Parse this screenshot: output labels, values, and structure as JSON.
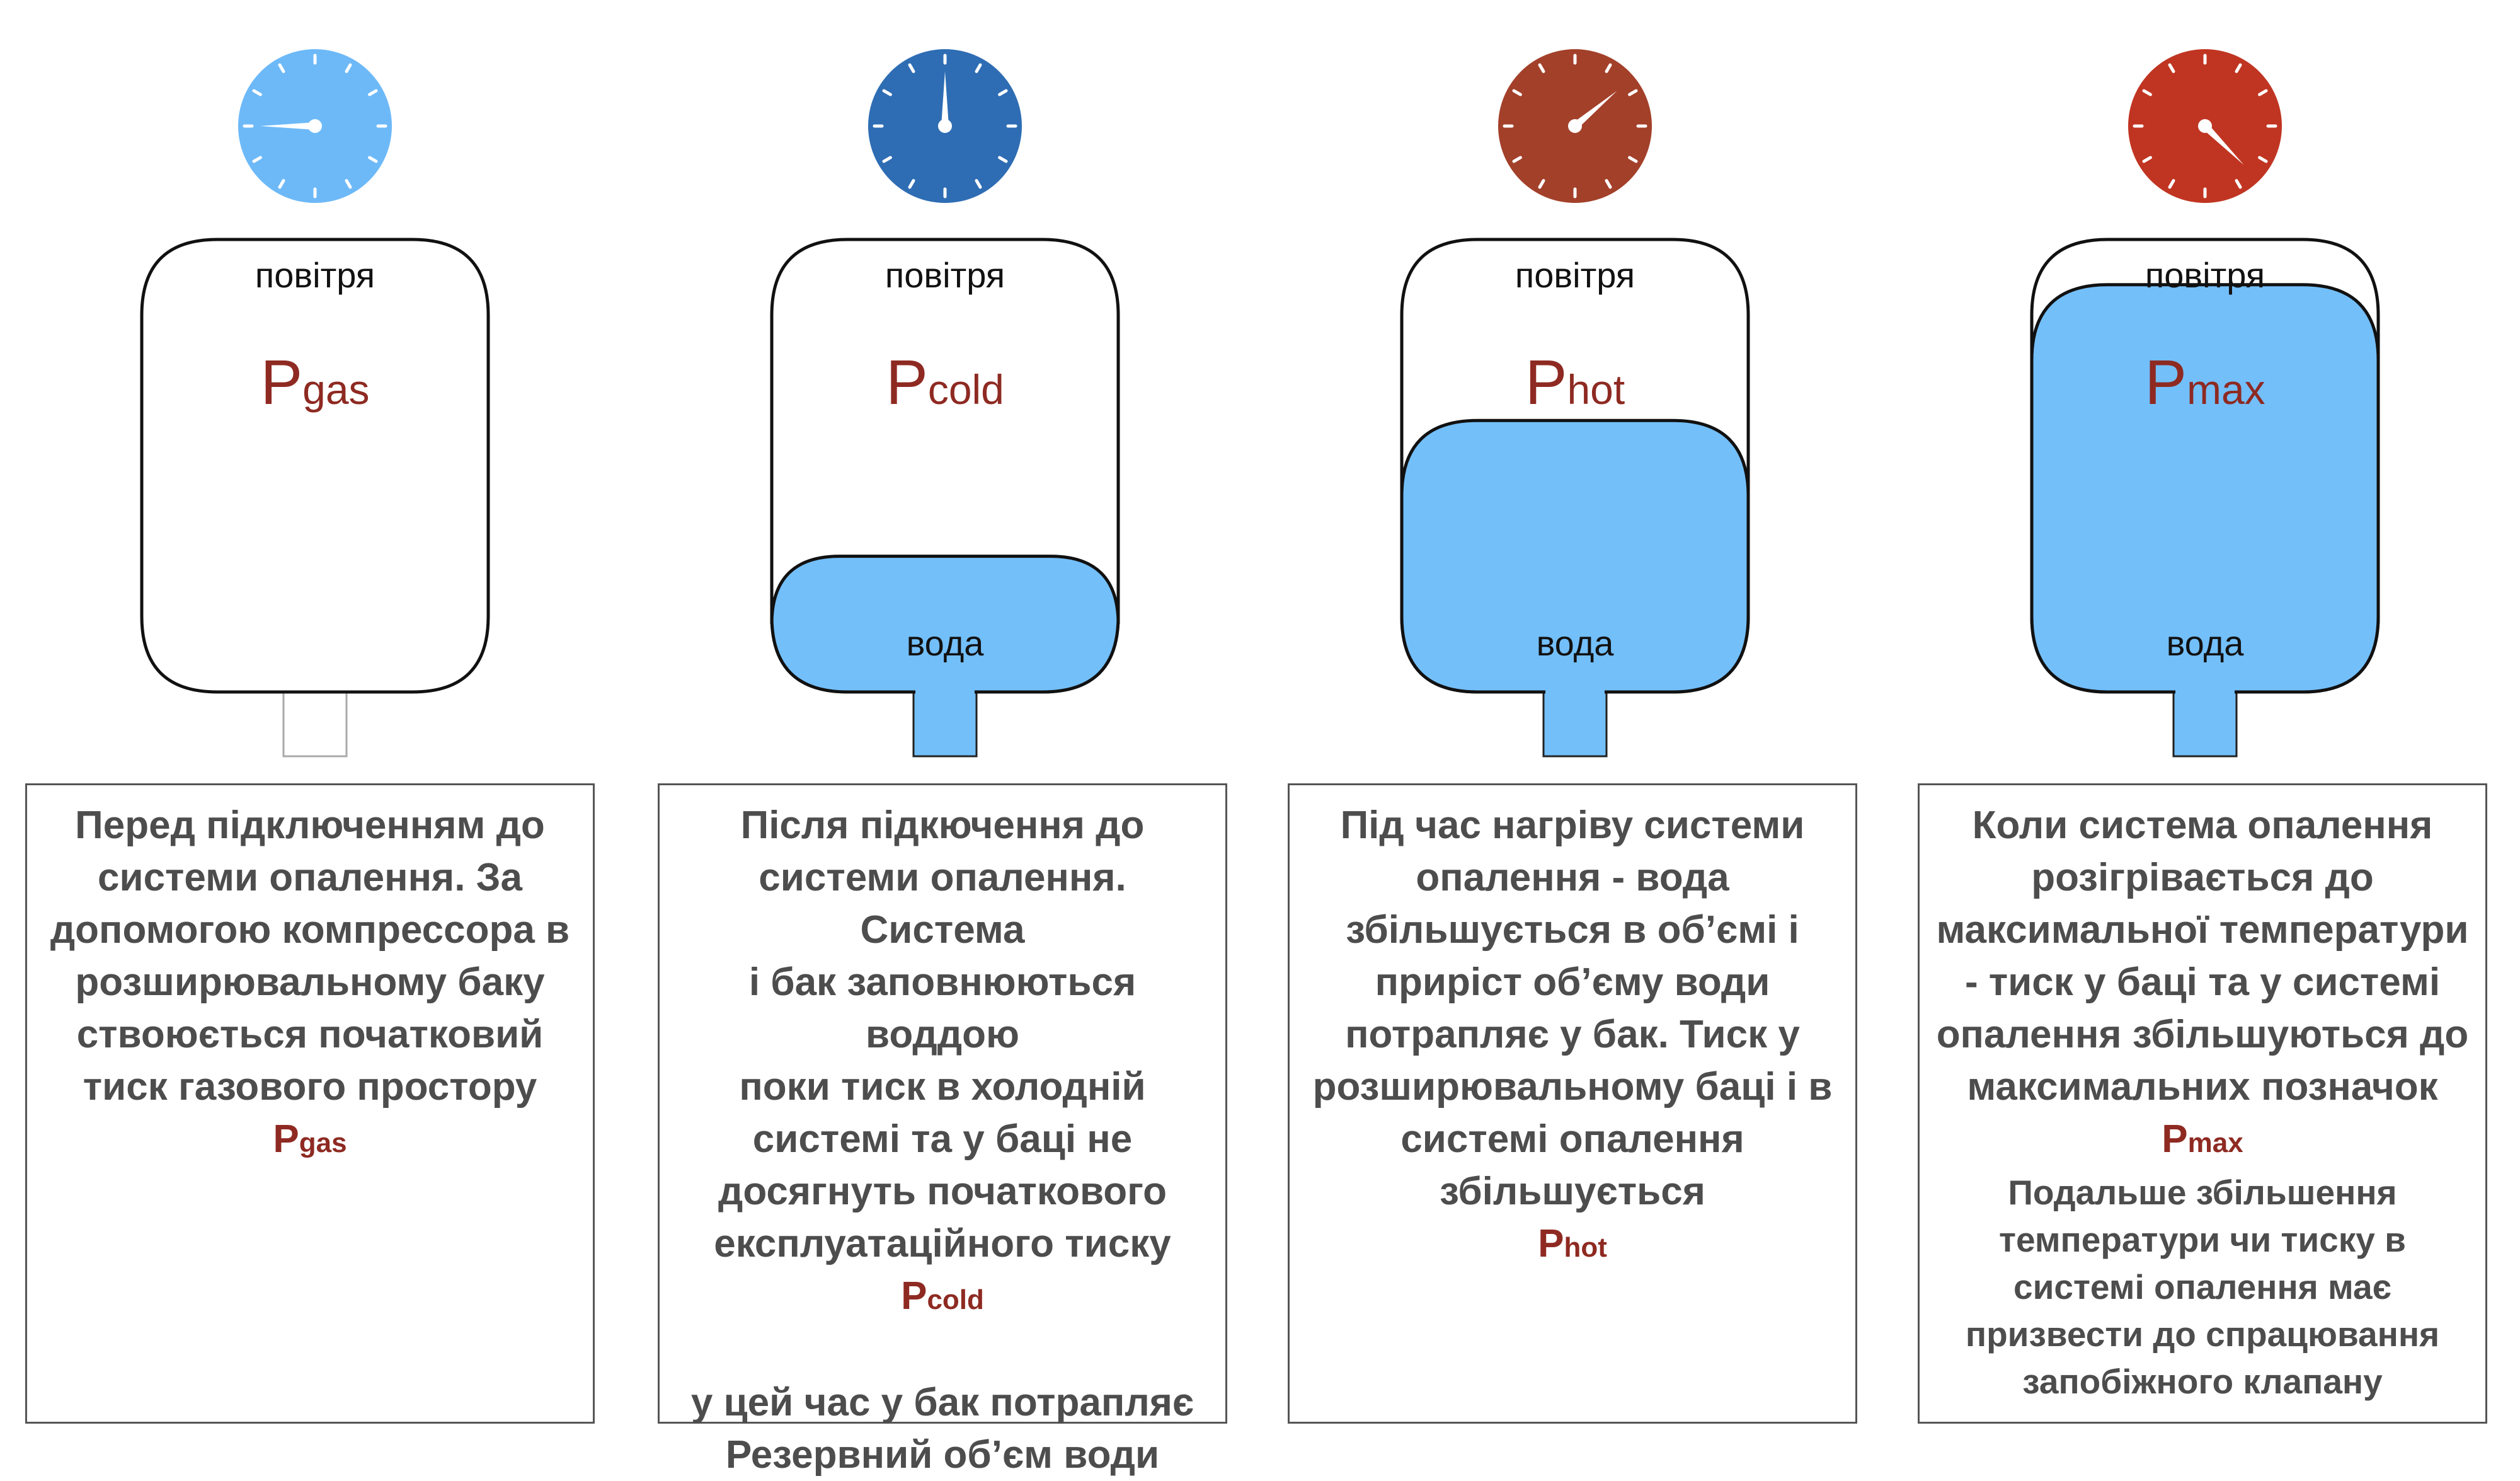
{
  "labels": {
    "air": "повітря",
    "water": "вода"
  },
  "panels": [
    {
      "gauge_color": "#6db9f8",
      "hand_angle": 270,
      "water_level": 0,
      "pressure_main": "P",
      "pressure_sub": "gas",
      "desc_lines": [
        "Перед підключенням до",
        "системи опалення. За",
        "допомогою компрессора в",
        "розширювальному баку",
        "ствоюється початковий",
        "тиск газового простору"
      ],
      "desc_extra_lines": []
    },
    {
      "gauge_color": "#2e6db4",
      "hand_angle": 0,
      "water_level": 0.3,
      "pressure_main": "P",
      "pressure_sub": "cold",
      "desc_lines": [
        "Після підкючення до",
        "системи опалення. Система",
        "і бак заповнюються воддою",
        "поки тиск в холодній",
        "системі та у баці не",
        "досягнуть початкового",
        "експлуатаційного тиску"
      ],
      "desc_extra_lines": [
        "у цей час у бак потрапляє",
        "Резервний об’єм води"
      ]
    },
    {
      "gauge_color": "#a3402a",
      "hand_angle": 50,
      "water_level": 0.6,
      "pressure_main": "P",
      "pressure_sub": "hot",
      "desc_lines": [
        "Під час нагріву системи",
        "опалення - вода",
        "збільшується в об’ємі і",
        "приріст об’єму води",
        "потрапляє у бак. Тиск у",
        "розширювальному баці і в",
        "системі опалення",
        "збільшується"
      ],
      "desc_extra_lines": []
    },
    {
      "gauge_color": "#c03522",
      "hand_angle": 135,
      "water_level": 0.9,
      "pressure_main": "P",
      "pressure_sub": "max",
      "desc_lines": [
        "Коли система опалення",
        "розігрівається до",
        "максимальної температури",
        "- тиск у баці та у системі",
        "опалення збільшуються до",
        "максимальних позначок"
      ],
      "desc_extra_lines": [
        "Подальше збільшення",
        "температури чи тиску в",
        "системі опалення має",
        "призвести до спрацювання",
        "запобіжного клапану"
      ]
    }
  ],
  "colors": {
    "water": "#73bffa",
    "pressure_text": "#8e2a22",
    "desc_text": "#4d4d4d",
    "outline": "#111111"
  }
}
